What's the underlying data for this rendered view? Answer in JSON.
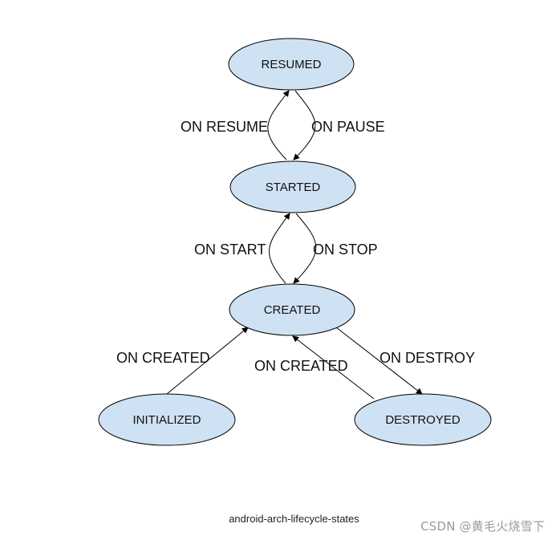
{
  "diagram": {
    "colors": {
      "node_fill": "#cfe2f3",
      "node_stroke": "#000000",
      "edge": "#000000"
    },
    "nodes": {
      "resumed": "RESUMED",
      "started": "STARTED",
      "created": "CREATED",
      "initialized": "INITIALIZED",
      "destroyed": "DESTROYED"
    },
    "edges": {
      "on_resume": "ON RESUME",
      "on_pause": "ON PAUSE",
      "on_start": "ON START",
      "on_stop": "ON STOP",
      "on_created_from_initialized": "ON CREATED",
      "on_created_from_destroyed": "ON CREATED",
      "on_destroy": "ON DESTROY"
    }
  },
  "caption": "android-arch-lifecycle-states",
  "watermark": "CSDN @黄毛火烧雪下"
}
